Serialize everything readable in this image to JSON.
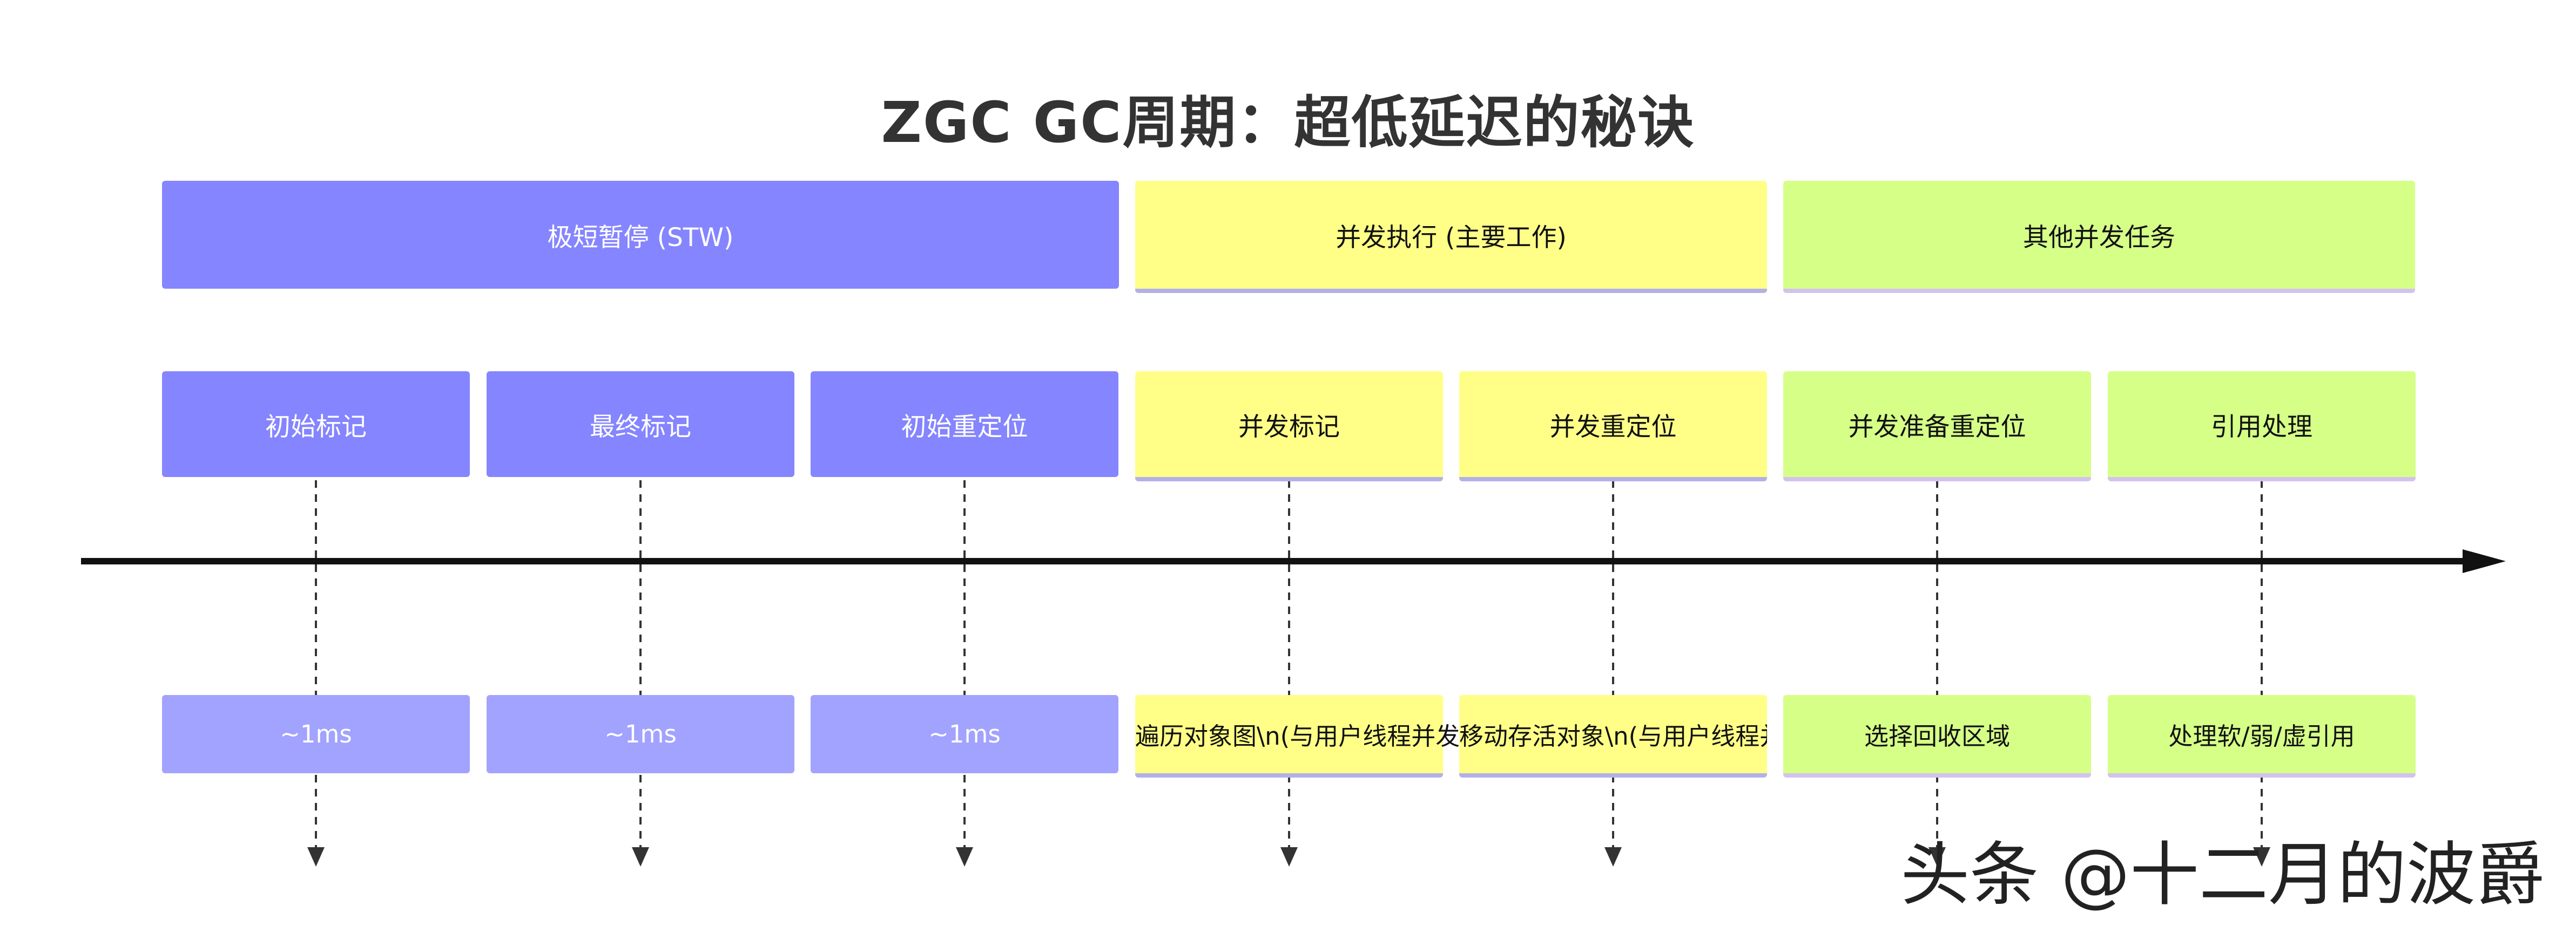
{
  "title": "ZGC GC周期：超低延迟的秘诀",
  "groups": [
    {
      "label": "极短暂停 (STW)",
      "color": "#8585ff"
    },
    {
      "label": "并发执行 (主要工作)",
      "color": "#ffff88"
    },
    {
      "label": "其他并发任务",
      "color": "#d6ff88"
    }
  ],
  "phases": [
    {
      "label": "初始标记",
      "detail": "~1ms"
    },
    {
      "label": "最终标记",
      "detail": "~1ms"
    },
    {
      "label": "初始重定位",
      "detail": "~1ms"
    },
    {
      "label": "并发标记",
      "detail": "遍历对象图\\n(与用户线程并发)"
    },
    {
      "label": "并发重定位",
      "detail": "移动存活对象\\n(与用户线程并发)"
    },
    {
      "label": "并发准备重定位",
      "detail": "选择回收区域"
    },
    {
      "label": "引用处理",
      "detail": "处理软/弱/虚引用"
    }
  ],
  "watermark": "头条 @十二月的波爵"
}
